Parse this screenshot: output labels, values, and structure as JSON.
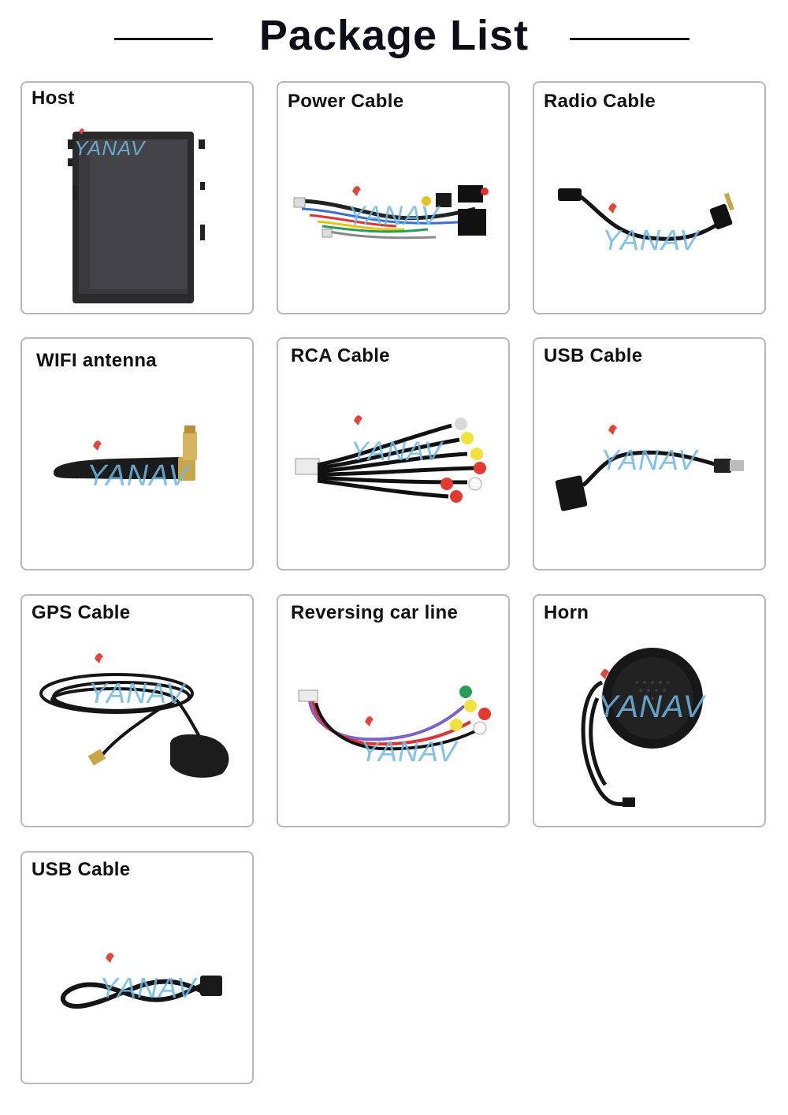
{
  "page": {
    "title": "Package List"
  },
  "items": [
    {
      "label": "Host",
      "icon": "head-unit-screen-icon",
      "watermark": "YANAV"
    },
    {
      "label": "Power Cable",
      "icon": "power-harness-icon",
      "watermark": "YANAV"
    },
    {
      "label": "Radio Cable",
      "icon": "radio-cable-icon",
      "watermark": "YANAV"
    },
    {
      "label": "WIFI antenna",
      "icon": "wifi-antenna-icon",
      "watermark": "YANAV"
    },
    {
      "label": "RCA Cable",
      "icon": "rca-cable-icon",
      "watermark": "YANAV"
    },
    {
      "label": "USB Cable",
      "icon": "usb-cable-icon",
      "watermark": "YANAV"
    },
    {
      "label": "GPS Cable",
      "icon": "gps-antenna-icon",
      "watermark": "YANAV"
    },
    {
      "label": "Reversing car line",
      "icon": "reversing-cable-icon",
      "watermark": "YANAV"
    },
    {
      "label": "Horn",
      "icon": "speaker-horn-icon",
      "watermark": "YANAV"
    },
    {
      "label": "USB Cable",
      "icon": "usb-extension-cable-icon",
      "watermark": "YANAV"
    }
  ],
  "colors": {
    "card_border": "#b8b8b8",
    "watermark": "#6fb9e6",
    "title": "#0d0d1a"
  }
}
